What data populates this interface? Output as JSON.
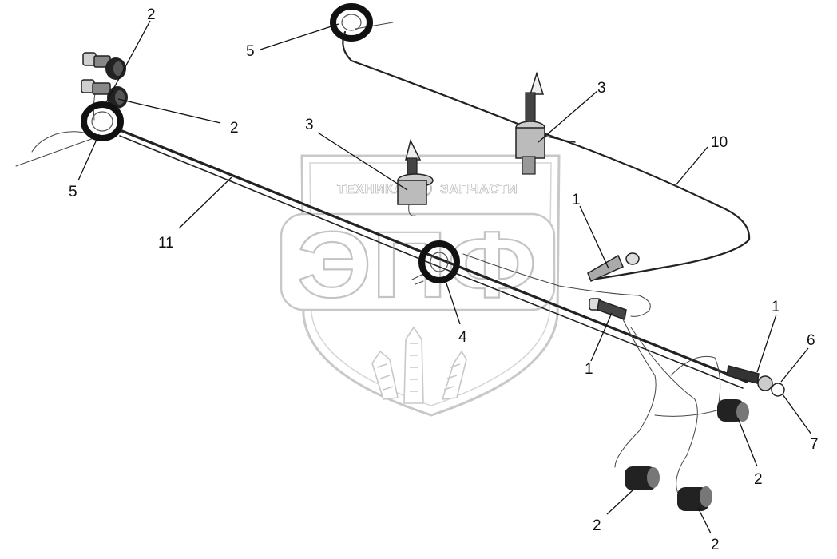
{
  "watermark": {
    "brand_text": "ТЕХНИКА",
    "parts_text": "ЗАПЧАСТИ",
    "logo_letters": "ЭПФ"
  },
  "callouts": [
    {
      "id": "c1",
      "label": "2"
    },
    {
      "id": "c2",
      "label": "5"
    },
    {
      "id": "c3",
      "label": "2"
    },
    {
      "id": "c4",
      "label": "5"
    },
    {
      "id": "c5",
      "label": "3"
    },
    {
      "id": "c6",
      "label": "3"
    },
    {
      "id": "c7",
      "label": "10"
    },
    {
      "id": "c8",
      "label": "11"
    },
    {
      "id": "c9",
      "label": "1"
    },
    {
      "id": "c10",
      "label": "4"
    },
    {
      "id": "c11",
      "label": "1"
    },
    {
      "id": "c12",
      "label": "1"
    },
    {
      "id": "c13",
      "label": "6"
    },
    {
      "id": "c14",
      "label": "7"
    },
    {
      "id": "c15",
      "label": "2"
    },
    {
      "id": "c16",
      "label": "2"
    },
    {
      "id": "c17",
      "label": "2"
    }
  ]
}
